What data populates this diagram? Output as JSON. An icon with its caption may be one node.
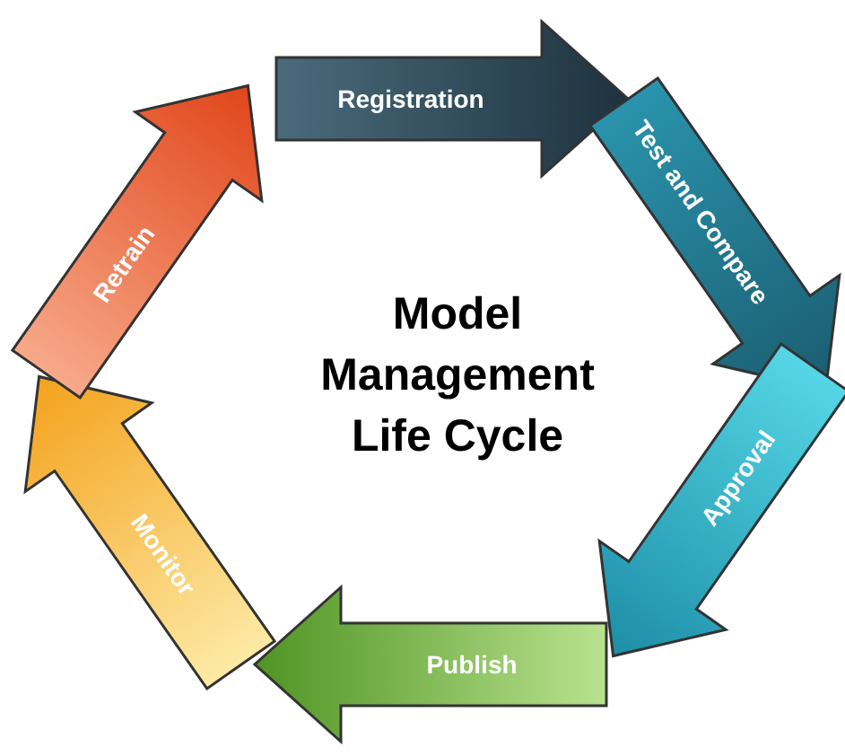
{
  "diagram": {
    "title": "Model Management Life Cycle",
    "nodes": [
      {
        "text": [
          "Registration"
        ]
      },
      {
        "text": [
          "Test and Compare"
        ]
      },
      {
        "text": [
          "Approval"
        ]
      },
      {
        "text": [
          "Publish"
        ]
      },
      {
        "text": [
          "Monitor"
        ]
      },
      {
        "text": [
          "Retrain"
        ]
      }
    ]
  }
}
